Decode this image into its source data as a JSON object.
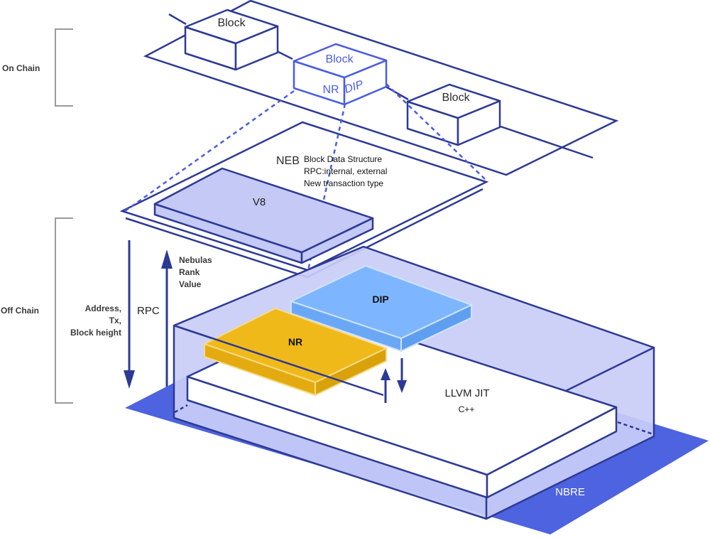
{
  "side_labels": {
    "on_chain": "On Chain",
    "off_chain": "Off Chain"
  },
  "chain": {
    "block_left": "Block",
    "block_center": "Block",
    "block_center_nr": "NR",
    "block_center_dip": "DIP",
    "block_right": "Block"
  },
  "neb": {
    "title": "NEB",
    "features": [
      "Block Data Structure",
      "RPC:internal, external",
      "New transaction type"
    ],
    "engine": "V8"
  },
  "rpc": {
    "label": "RPC",
    "down_fields": [
      "Address,",
      "Tx,",
      "Block height"
    ],
    "up_fields": [
      "Nebulas",
      "Rank",
      "Value"
    ]
  },
  "nbre": {
    "label": "NBRE",
    "dip": "DIP",
    "nr": "NR",
    "jit": "LLVM JIT",
    "lang": "C++"
  },
  "colors": {
    "outline": "#2d3a93",
    "highlight": "#4a5de0",
    "nbre_base": "#4d63e0",
    "nbre_box": "#c9cdf7",
    "v8": "#c4c9f5",
    "dip": "#7db6ff",
    "nr": "#f0b91a"
  }
}
